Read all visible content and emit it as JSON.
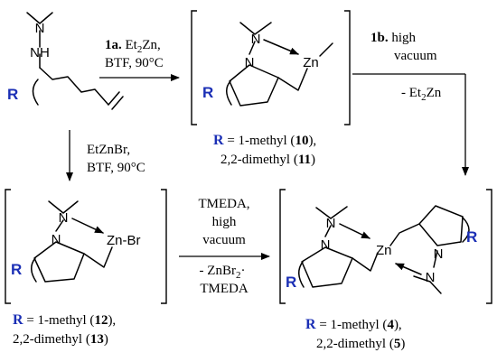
{
  "colors": {
    "r_group": "#1b2fb5",
    "ink": "#000000"
  },
  "atoms": {
    "N": "N",
    "NH": "NH",
    "R": "R",
    "Zn": "Zn",
    "Zn_Br": "Zn-Br"
  },
  "arrows": {
    "step_1a": {
      "bold": "1a.",
      "reagent": "Et",
      "reagent_sub": "2",
      "reagent_tail": "Zn,",
      "cond": "BTF, 90°C"
    },
    "step_1b": {
      "bold": "1b.",
      "line1": "high",
      "line2": "vacuum",
      "line3_pre": "- Et",
      "line3_sub": "2",
      "line3_post": "Zn"
    },
    "step_etznbr": {
      "line1": "EtZnBr,",
      "line2": "BTF, 90°C"
    },
    "step_tmeda": {
      "line1": "TMEDA,",
      "line2": "high",
      "line3": "vacuum",
      "line4_pre": "- ZnBr",
      "line4_sub": "2",
      "line4_post": "·",
      "line5": "TMEDA"
    }
  },
  "captions": {
    "c10_11": {
      "r": "R",
      "line1_pre": " = 1-methyl (",
      "id1": "10",
      "line1_post": "),",
      "line2_pre": "2,2-dimethyl (",
      "id2": "11",
      "line2_post": ")"
    },
    "c12_13": {
      "r": "R",
      "line1_pre": " = 1-methyl (",
      "id1": "12",
      "line1_post": "),",
      "line2_pre": "2,2-dimethyl (",
      "id2": "13",
      "line2_post": ")"
    },
    "c4_5": {
      "r": "R",
      "line1_pre": " = 1-methyl (",
      "id1": "4",
      "line1_post": "),",
      "line2_pre": "2,2-dimethyl (",
      "id2": "5",
      "line2_post": ")"
    }
  }
}
